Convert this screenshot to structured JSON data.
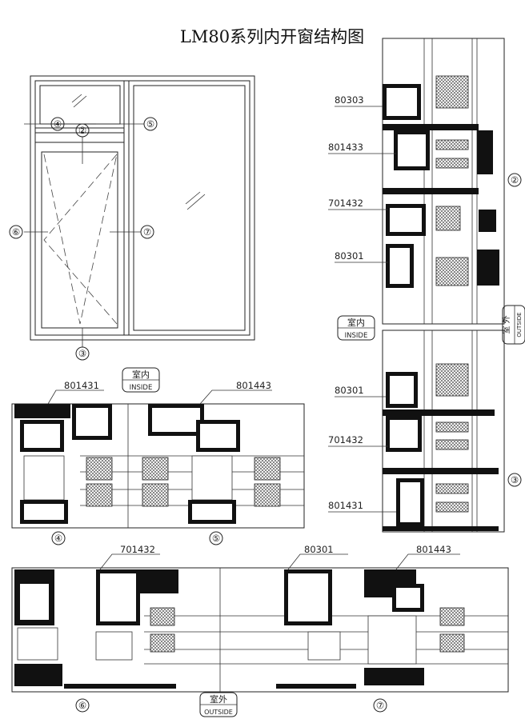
{
  "title": "LM80系列内开窗结构图",
  "elevation": {
    "callouts": [
      "②",
      "③",
      "④",
      "⑤",
      "⑥",
      "⑦"
    ]
  },
  "vertical_section": {
    "labels_upper": [
      "80303",
      "801433",
      "701432",
      "80301"
    ],
    "labels_lower": [
      "80301",
      "701432",
      "801431"
    ],
    "marker_upper": "②",
    "marker_lower": "③"
  },
  "section_45": {
    "labels": [
      "801431",
      "801443"
    ],
    "markers": [
      "④",
      "⑤"
    ]
  },
  "section_67": {
    "labels": [
      "701432",
      "80301",
      "801443"
    ],
    "markers": [
      "⑥",
      "⑦"
    ]
  },
  "badges": {
    "inside_cn": "室内",
    "inside_en": "INSIDE",
    "outside_cn": "室外",
    "outside_cn_vertical": "室 外",
    "outside_en": "OUTSIDE"
  }
}
